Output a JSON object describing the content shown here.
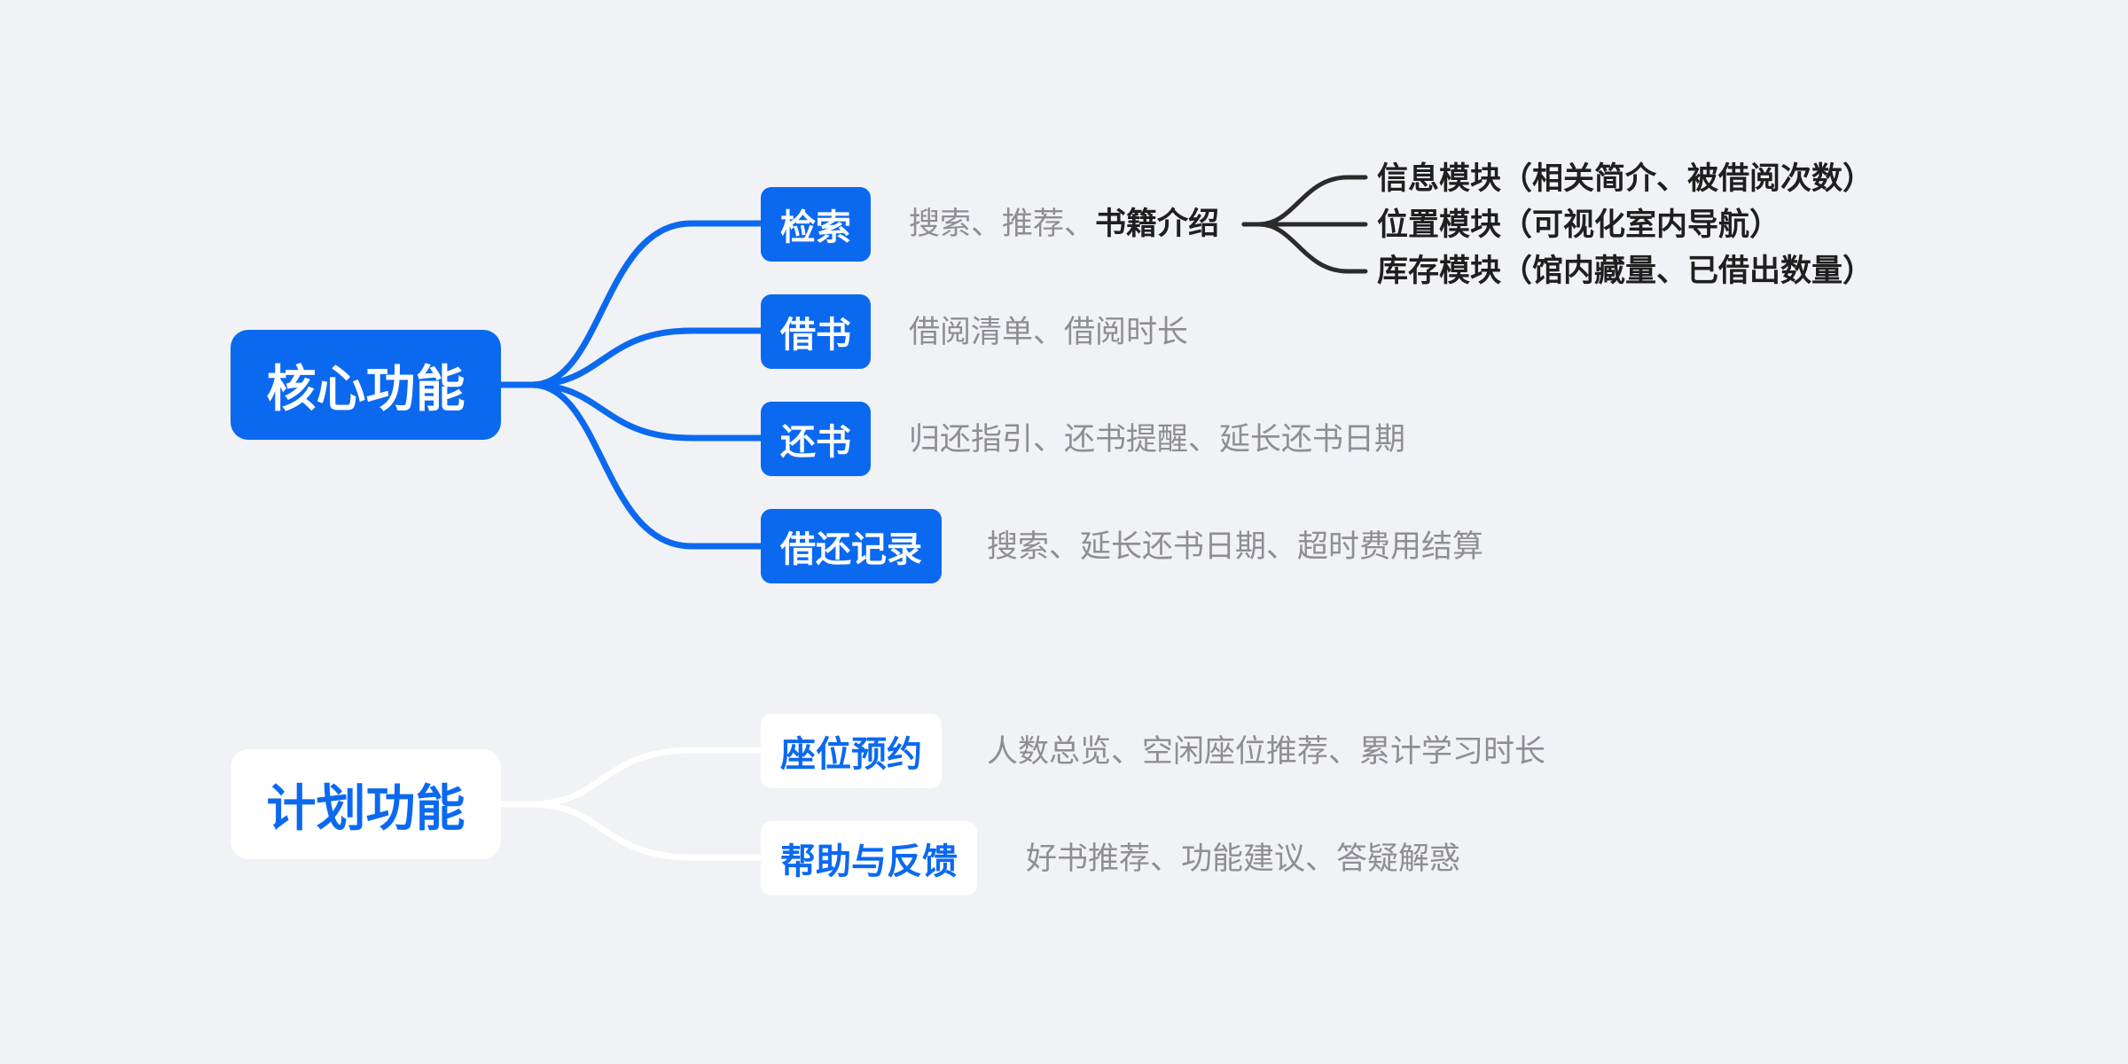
{
  "mindmap": {
    "core": {
      "title": "核心功能",
      "branches": [
        {
          "label": "检索",
          "desc_plain": "搜索、推荐、",
          "desc_bold": "书籍介绍",
          "sub": [
            "信息模块（相关简介、被借阅次数）",
            "位置模块（可视化室内导航）",
            "库存模块（馆内藏量、已借出数量）"
          ]
        },
        {
          "label": "借书",
          "desc": "借阅清单、借阅时长"
        },
        {
          "label": "还书",
          "desc": "归还指引、还书提醒、延长还书日期"
        },
        {
          "label": "借还记录",
          "desc": "搜索、延长还书日期、超时费用结算"
        }
      ]
    },
    "plan": {
      "title": "计划功能",
      "branches": [
        {
          "label": "座位预约",
          "desc": "人数总览、空闲座位推荐、累计学习时长"
        },
        {
          "label": "帮助与反馈",
          "desc": "好书推荐、功能建议、答疑解惑"
        }
      ]
    }
  },
  "colors": {
    "background": "#f1f2f5",
    "accent": "#0b69f0",
    "core_connector": "#0b69f0",
    "plan_connector": "#ffffff",
    "sub_connector": "#2b2b2b",
    "description_text": "#8e8e93",
    "strong_text": "#1f1f1f"
  }
}
